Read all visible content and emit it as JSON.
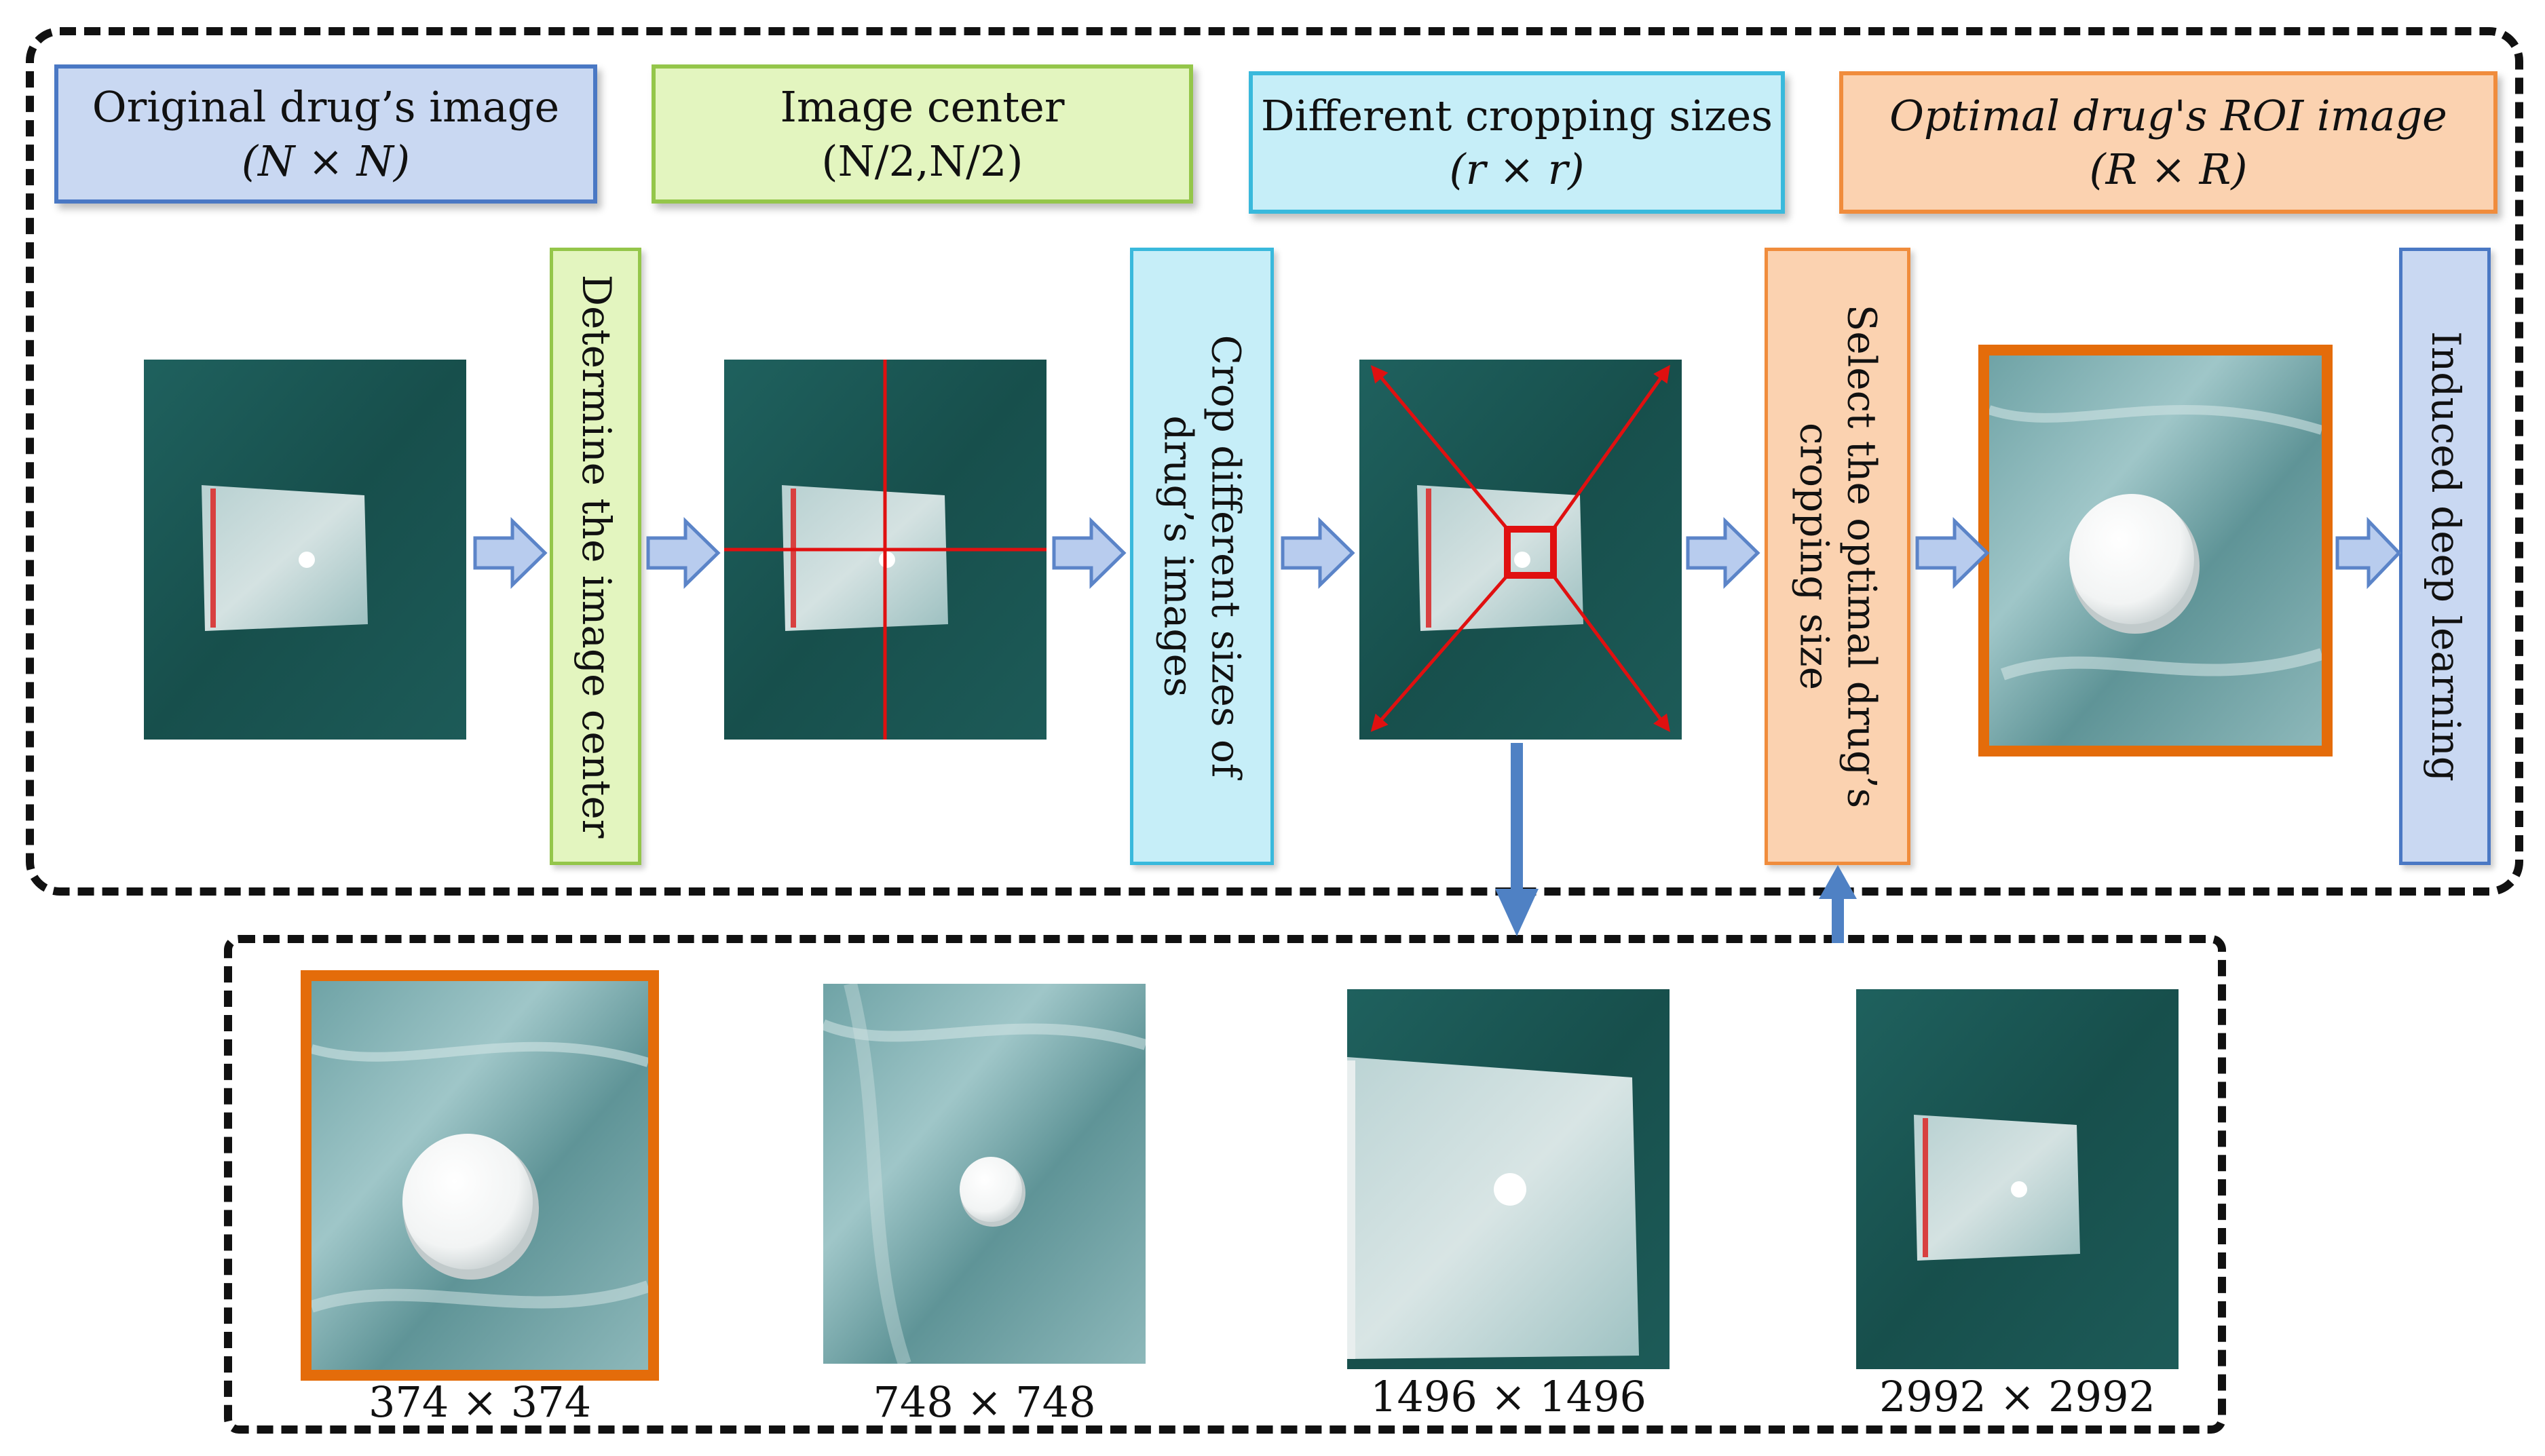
{
  "headers": {
    "original": {
      "line1": "Original drug’s image",
      "line2": "(N × N)"
    },
    "center": {
      "line1": "Image center",
      "line2": "(N/2,N/2)"
    },
    "cropping": {
      "line1": "Different cropping sizes",
      "line2": "(r × r)"
    },
    "optimal": {
      "line1": "Optimal drug's ROI image",
      "line2": "(R × R)"
    }
  },
  "steps": {
    "determine": "Determine the image center",
    "crop_line1": "Crop different sizes of",
    "crop_line2": "drug’s images",
    "select_line1": "Select the optimal drug’s",
    "select_line2": "cropping size",
    "induced": "Induced deep learning"
  },
  "crop_sizes": [
    "374 × 374",
    "748 × 748",
    "1496 × 1496",
    "2992 × 2992"
  ],
  "colors": {
    "blue_fill": "#c9d8f2",
    "blue_border": "#4a78c4",
    "green_fill": "#e3f5bf",
    "green_border": "#94c64a",
    "cyan_fill": "#c6eef8",
    "cyan_border": "#39b9dc",
    "orange_fill": "#fbd2b0",
    "orange_border": "#f08c3c",
    "highlight": "#e46c0a",
    "teal_bg": "#1c5a57",
    "arrow_fill": "#b8ccee",
    "arrow_stroke": "#5b84c8",
    "red": "#e01010",
    "link_arrow": "#4f81c4"
  }
}
